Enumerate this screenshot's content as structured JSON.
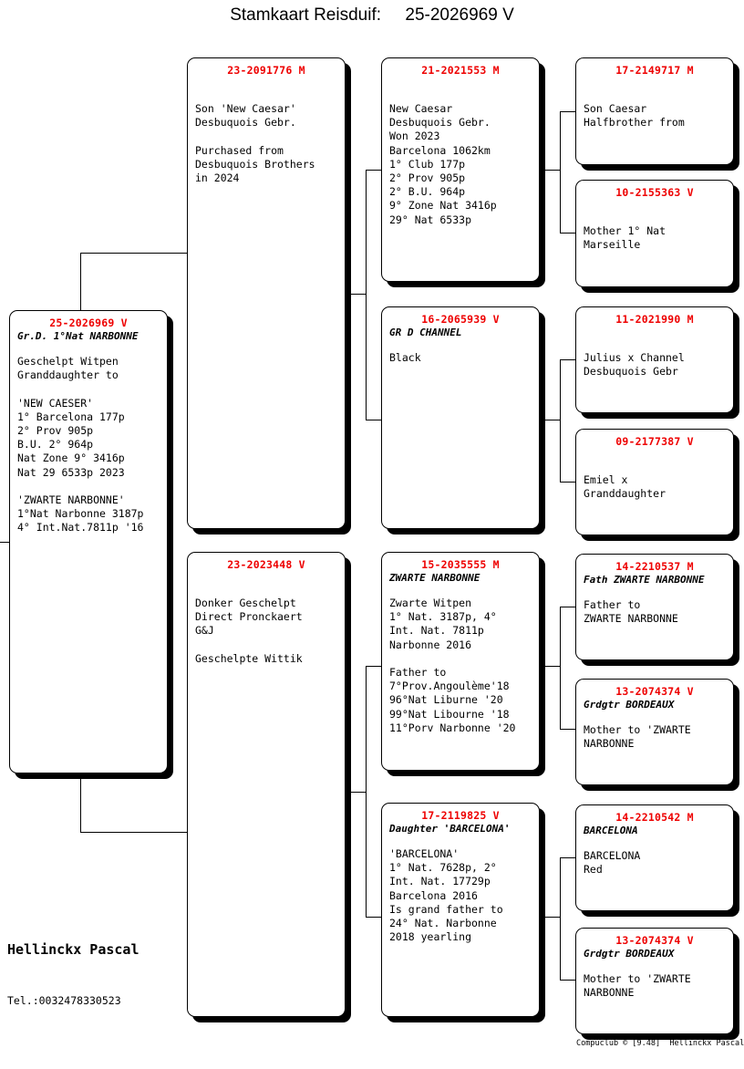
{
  "title": "Stamkaart Reisduif:     25-2026969 V",
  "colors": {
    "ring": "#ee0000",
    "text": "#000000",
    "background": "#ffffff"
  },
  "subject": {
    "ring": "25-2026969 V",
    "subtitle": "Gr.D. 1°Nat NARBONNE",
    "body": "Geschelpt Witpen\nGranddaughter to\n\n'NEW CAESER'\n1° Barcelona 177p\n2° Prov 905p\nB.U. 2° 964p\nNat Zone 9° 3416p\nNat 29 6533p 2023\n\n'ZWARTE NARBONNE'\n1°Nat Narbonne 3187p\n4° Int.Nat.7811p '16"
  },
  "generation1": [
    {
      "ring": "23-2091776 M",
      "subtitle": "",
      "body": "Son 'New Caesar'\nDesbuquois Gebr.\n\nPurchased from\nDesbuquois Brothers\nin 2024"
    },
    {
      "ring": "23-2023448 V",
      "subtitle": "",
      "body": "Donker Geschelpt\nDirect Pronckaert\nG&J\n\nGeschelpte Wittik"
    }
  ],
  "generation2": [
    {
      "ring": "21-2021553 M",
      "subtitle": "",
      "body": "New Caesar\nDesbuquois Gebr.\nWon 2023\nBarcelona 1062km\n1° Club 177p\n2° Prov 905p\n2° B.U. 964p\n9° Zone Nat 3416p\n29° Nat 6533p"
    },
    {
      "ring": "16-2065939 V",
      "subtitle": "GR D CHANNEL",
      "body": "Black"
    },
    {
      "ring": "15-2035555 M",
      "subtitle": "ZWARTE NARBONNE",
      "body": "Zwarte Witpen\n1° Nat. 3187p, 4°\nInt. Nat. 7811p\nNarbonne 2016\n\nFather to\n7°Prov.Angoulème'18\n96°Nat Liburne '20\n99°Nat Libourne '18\n11°Porv Narbonne '20"
    },
    {
      "ring": "17-2119825 V",
      "subtitle": "Daughter 'BARCELONA'",
      "body": "'BARCELONA'\n1° Nat. 7628p, 2°\nInt. Nat. 17729p\nBarcelona 2016\nIs grand father to\n24° Nat. Narbonne\n2018 yearling"
    }
  ],
  "generation3": [
    {
      "ring": "17-2149717 M",
      "subtitle": "",
      "body": "Son Caesar\nHalfbrother from"
    },
    {
      "ring": "10-2155363 V",
      "subtitle": "",
      "body": "Mother 1° Nat\nMarseille"
    },
    {
      "ring": "11-2021990 M",
      "subtitle": "",
      "body": "Julius x Channel\nDesbuquois Gebr"
    },
    {
      "ring": "09-2177387 V",
      "subtitle": "",
      "body": "Emiel x\nGranddaughter"
    },
    {
      "ring": "14-2210537 M",
      "subtitle": "Fath ZWARTE NARBONNE",
      "body": "Father to\nZWARTE NARBONNE"
    },
    {
      "ring": "13-2074374 V",
      "subtitle": "Grdgtr BORDEAUX",
      "body": "Mother to 'ZWARTE\nNARBONNE"
    },
    {
      "ring": "14-2210542 M",
      "subtitle": "BARCELONA",
      "body": "BARCELONA\nRed"
    },
    {
      "ring": "13-2074374 V",
      "subtitle": "Grdgtr BORDEAUX",
      "body": "Mother to 'ZWARTE\nNARBONNE"
    }
  ],
  "footer": {
    "owner": "Hellinckx Pascal",
    "tel": "Tel.:0032478330523",
    "credit": "Compuclub © [9.48]  Hellinckx Pascal"
  }
}
